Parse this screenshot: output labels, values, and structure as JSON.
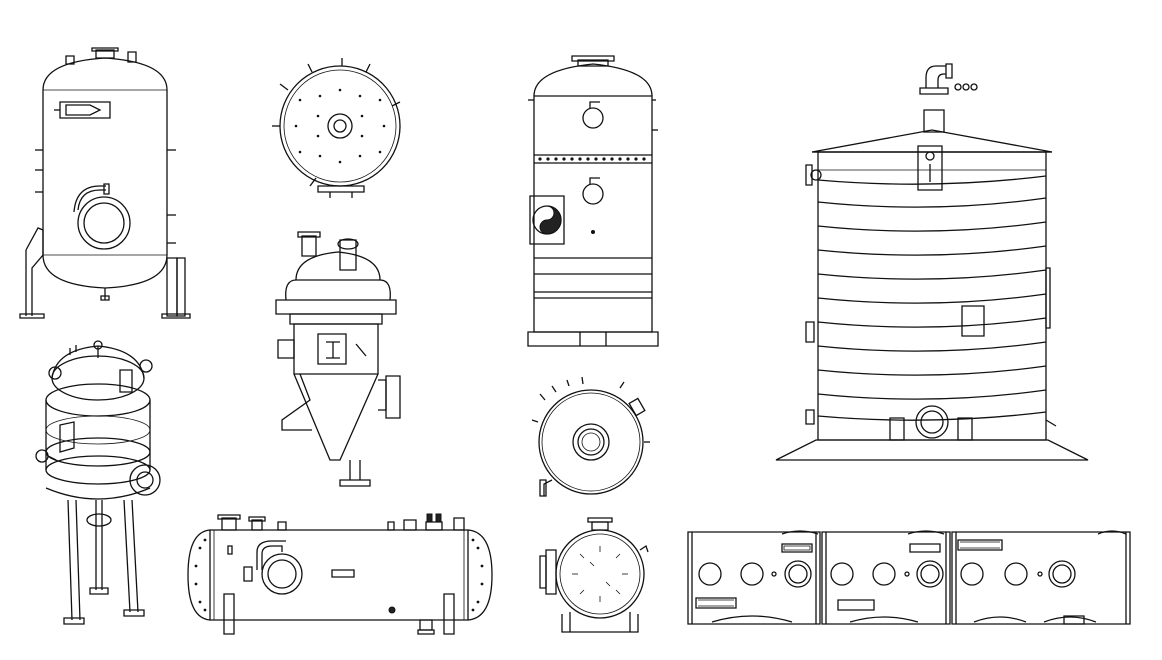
{
  "page": {
    "background": "#ffffff",
    "line_color": "#111111"
  },
  "drawings": [
    "vertical-vessel-legs",
    "dished-head-end-view",
    "cyclone-separator",
    "jacketed-column",
    "tank-with-spiral-coil",
    "flanged-vessel-isometric",
    "horizontal-end-view",
    "horizontal-vessel-side-view",
    "horizontal-vessel-saddles-end-view",
    "shell-strip-layout"
  ]
}
